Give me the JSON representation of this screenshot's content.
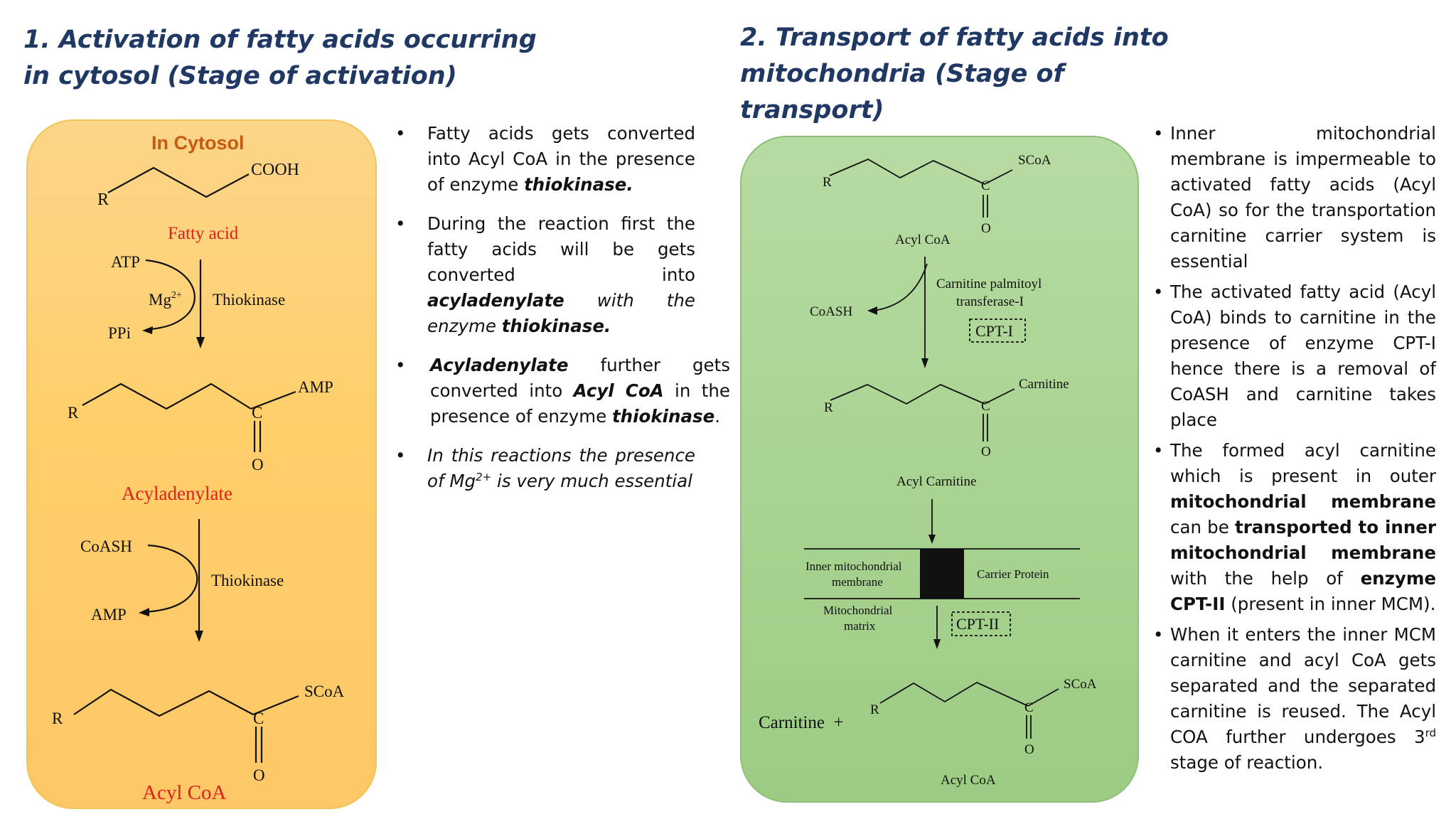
{
  "section1": {
    "heading_line1": "1. Activation of fatty acids occurring",
    "heading_line2": "in cytosol (Stage of activation)",
    "panel_title": "In Cytosol",
    "labels": {
      "cooh": "COOH",
      "r": "R",
      "fatty_acid": "Fatty acid",
      "atp": "ATP",
      "mg": "Mg",
      "mg_charge": "2+",
      "thiokinase_1": "Thiokinase",
      "ppi": "PPi",
      "amp_group": "AMP",
      "carbon": "C",
      "oxygen": "O",
      "acyladenylate": "Acyladenylate",
      "coash": "CoASH",
      "thiokinase_2": "Thiokinase",
      "amp": "AMP",
      "scoa": "SCoA",
      "acyl_coa": "Acyl CoA"
    },
    "bullets": [
      {
        "parts": [
          "Fatty acids gets converted into Acyl CoA in the presence of enzyme ",
          "thiokinase."
        ]
      },
      {
        "parts": [
          "During the reaction first the fatty acids will be gets converted into ",
          "acyladenylate",
          " with the enzyme ",
          "thiokinase."
        ]
      },
      {
        "parts": [
          "Acyladenylate",
          " further gets converted into ",
          "Acyl CoA",
          " in the presence of enzyme ",
          "thiokinase",
          "."
        ]
      },
      {
        "parts": [
          "In this reactions the presence of Mg",
          "2+",
          " is very much essential"
        ]
      }
    ]
  },
  "section2": {
    "heading_line1": "2. Transport of fatty acids into",
    "heading_line2": "mitochondria (Stage of",
    "heading_line3": "transport)",
    "labels": {
      "r": "R",
      "scoa": "SCoA",
      "carbon": "C",
      "oxygen": "O",
      "acyl_coa": "Acyl CoA",
      "cpt1_name_line1": "Carnitine palmitoyl",
      "cpt1_name_line2": "transferase-I",
      "coash": "CoASH",
      "cpt1": "CPT-I",
      "carnitine_group": "Carnitine",
      "acyl_carnitine": "Acyl Carnitine",
      "inner_membrane_line1": "Inner mitochondrial",
      "inner_membrane_line2": "membrane",
      "carrier_protein": "Carrier Protein",
      "matrix_line1": "Mitochondrial",
      "matrix_line2": "matrix",
      "cpt2": "CPT-II",
      "carnitine_plus": "Carnitine  +",
      "acyl_coa_final": "Acyl CoA"
    },
    "bullets": [
      {
        "parts": [
          "Inner mitochondrial membrane is impermeable to activated fatty acids (Acyl CoA) so for the transportation carnitine carrier system is essential"
        ]
      },
      {
        "parts": [
          "The activated fatty acid (Acyl CoA) binds to carnitine in the presence of enzyme CPT-I hence there is a removal of CoASH and carnitine takes place"
        ]
      },
      {
        "parts": [
          "The formed acyl carnitine which is present in outer ",
          "mitochondrial membrane",
          " can be ",
          "transported to inner mitochondrial membrane",
          " with the help of ",
          "enzyme CPT-II",
          " (present in inner MCM)."
        ]
      },
      {
        "parts": [
          "When it enters the inner MCM carnitine and acyl CoA gets separated and the separated carnitine is reused. The Acyl COA further undergoes 3",
          "rd",
          " stage of reaction."
        ]
      }
    ]
  },
  "colors": {
    "heading": "#203864",
    "red_label": "#e0201b",
    "cytosol_title": "#c55a11",
    "cytosol_panel": "#ffcf6a",
    "mito_panel": "#a9d18e"
  }
}
